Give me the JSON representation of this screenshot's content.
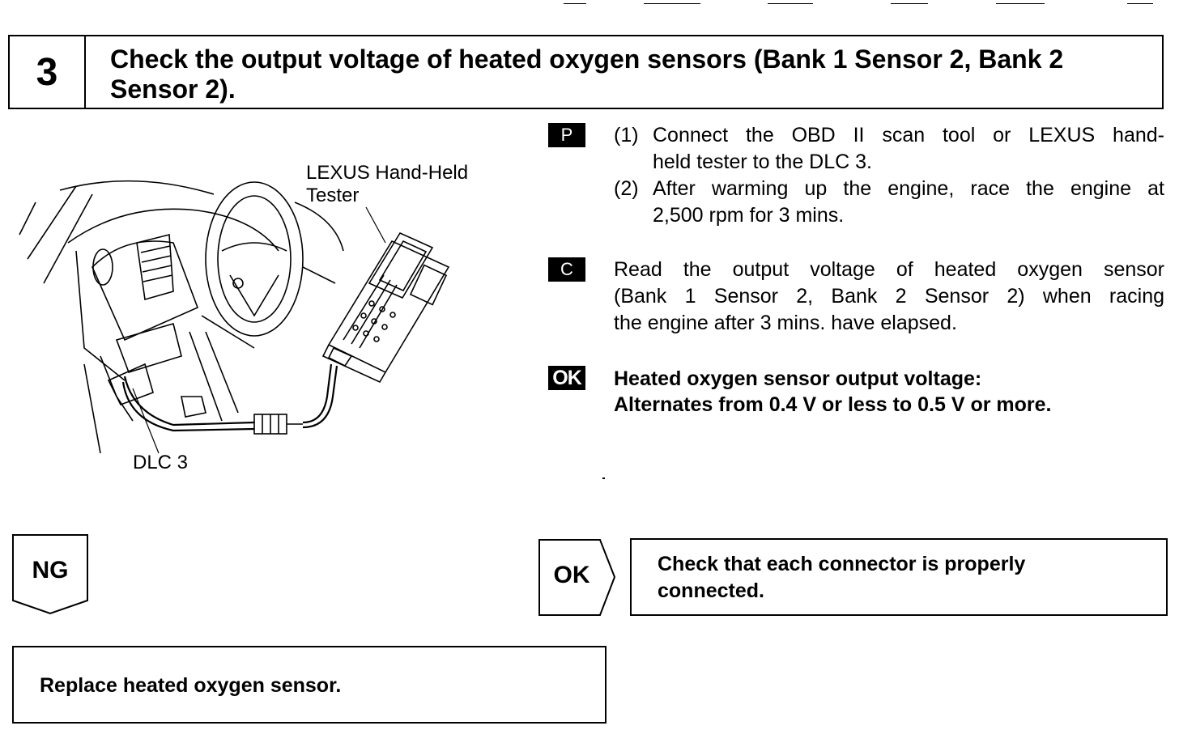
{
  "step": {
    "number": "3",
    "title": "Check the output voltage of heated oxygen sensors (Bank 1 Sensor 2, Bank 2 Sensor 2)."
  },
  "illustration": {
    "tester_label_line1": "LEXUS Hand-Held",
    "tester_label_line2": "Tester",
    "connector_label": "DLC 3"
  },
  "procedure": {
    "prep_tag": "P",
    "prep_step1_num": "(1)",
    "prep_step1_line1": "Connect the OBD II scan tool or LEXUS hand-",
    "prep_step1_line2": "held tester to the DLC 3.",
    "prep_step2_num": "(2)",
    "prep_step2_line1": "After warming up the engine, race the engine at",
    "prep_step2_line2": "2,500 rpm for 3 mins.",
    "check_tag": "C",
    "check_line1": "Read the output voltage of heated oxygen sensor",
    "check_line2": "(Bank 1 Sensor 2, Bank 2 Sensor 2) when racing",
    "check_line3": "the engine after 3 mins. have elapsed.",
    "ok_tag": "OK",
    "ok_line1": "Heated oxygen sensor output voltage:",
    "ok_line2": "Alternates from 0.4 V or less to 0.5 V or more."
  },
  "flow": {
    "ng_label": "NG",
    "ok_label": "OK",
    "ok_action_line1": "Check that each connector is properly",
    "ok_action_line2": "connected.",
    "ng_action": "Replace heated oxygen sensor."
  }
}
